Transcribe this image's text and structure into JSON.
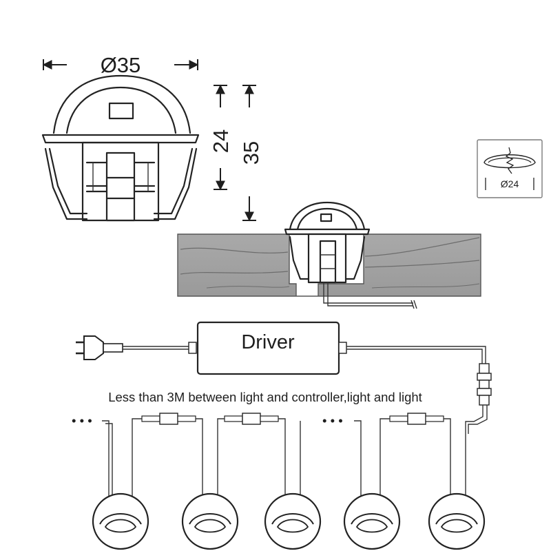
{
  "dimensions": {
    "top_diameter": "Ø35",
    "body_height": "24",
    "total_height": "35",
    "hole_diameter": "Ø24"
  },
  "driver": {
    "label": "Driver"
  },
  "note": {
    "text": "Less than 3M between light and controller,light and light"
  },
  "continuation": {
    "ellipsis": "• • •"
  },
  "lights": {
    "count": 5
  }
}
